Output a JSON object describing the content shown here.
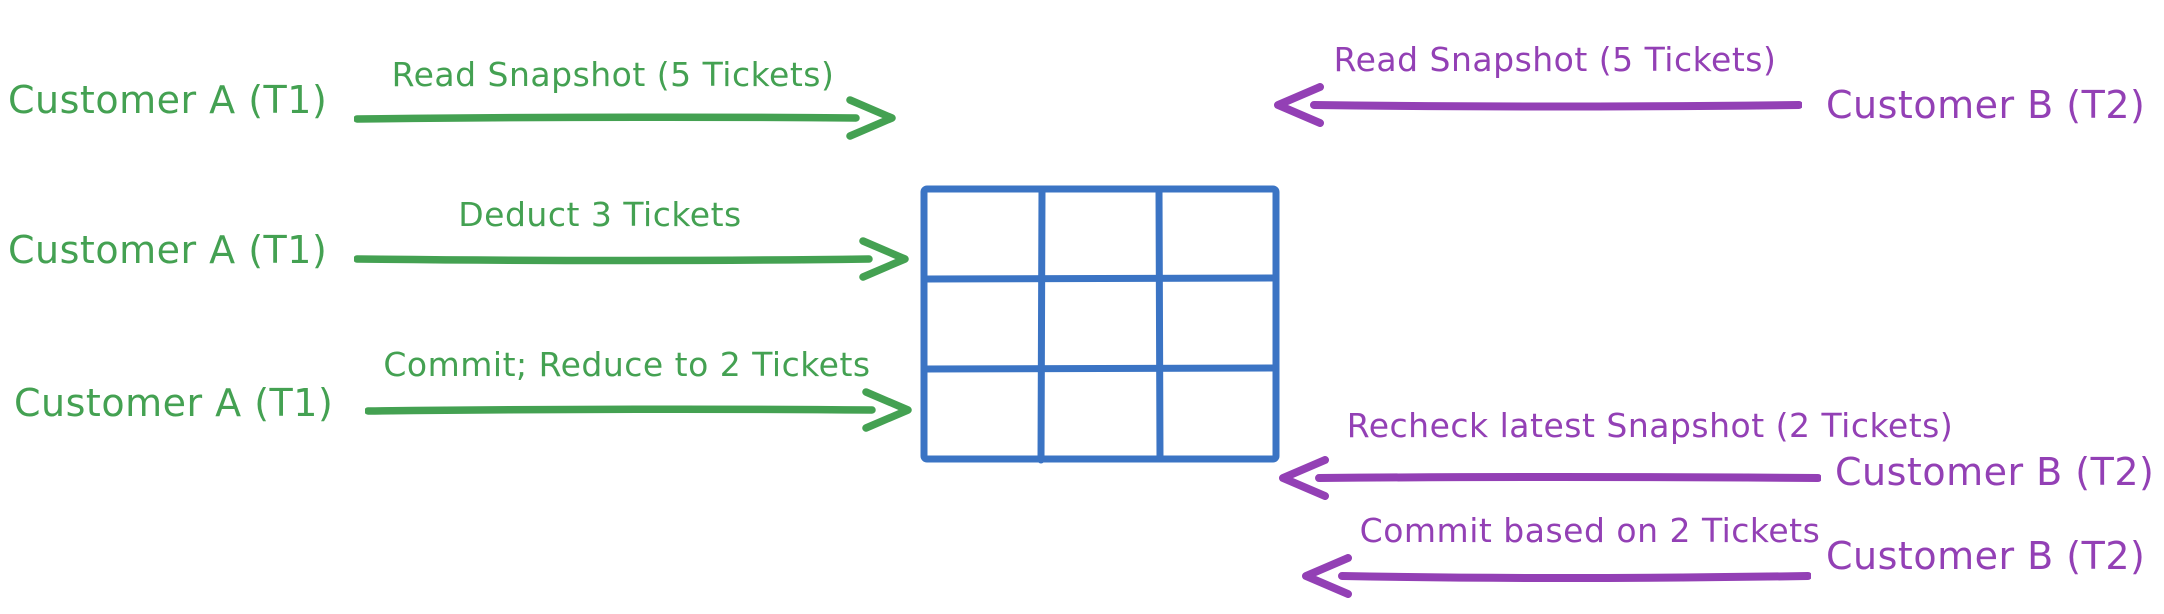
{
  "colors": {
    "green": "#44a152",
    "purple": "#9340b5",
    "blue": "#3b74c4",
    "background": "#ffffff"
  },
  "left_transaction": {
    "actor": "Customer A (T1)",
    "messages": [
      {
        "label": "Read Snapshot (5 Tickets)"
      },
      {
        "label": "Deduct 3 Tickets"
      },
      {
        "label": "Commit; Reduce to 2 Tickets"
      }
    ]
  },
  "right_transaction": {
    "actor": "Customer B (T2)",
    "messages": [
      {
        "label": "Read Snapshot (5 Tickets)"
      },
      {
        "label": "Recheck latest Snapshot (2 Tickets)"
      },
      {
        "label": "Commit based on 2 Tickets"
      }
    ]
  },
  "database_table": {
    "rows": 3,
    "columns": 3
  }
}
